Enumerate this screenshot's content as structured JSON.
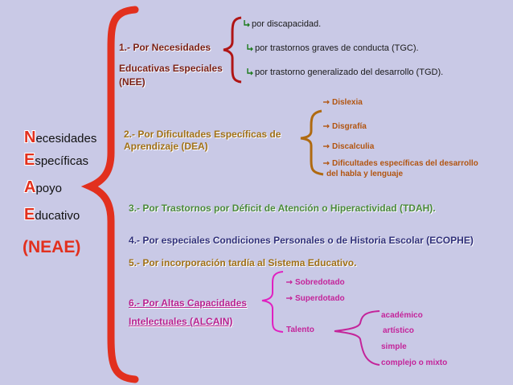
{
  "acronym": [
    {
      "letter": "N",
      "rest": "ecesidades"
    },
    {
      "letter": "E",
      "rest": "specíficas"
    },
    {
      "letter": "A",
      "rest": "poyo"
    },
    {
      "letter": "E",
      "rest": "ducativo"
    }
  ],
  "acronym_full": "(NEAE)",
  "branch1": {
    "title_line1": "1.- Por Necesidades",
    "title_line2": "Educativas Especiales",
    "title_line3": "(NEE)",
    "items": [
      "por  discapacidad.",
      "por trastornos graves de conducta (TGC).",
      "por trastorno generalizado del desarrollo (TGD)."
    ]
  },
  "branch2": {
    "title_line1": "2.- Por Dificultades Específicas de",
    "title_line2": "Aprendizaje (DEA)",
    "items": [
      "Dislexia",
      "Disgrafía",
      "Discalculia",
      "Dificultades específicas del desarrollo",
      "del habla y lenguaje"
    ]
  },
  "branch3": {
    "title": "3.- Por Trastornos por Déficit de Atención o Hiperactividad (TDAH)."
  },
  "branch4": {
    "title": "4.-  Por especiales Condiciones Personales o de Historia Escolar (ECOPHE)"
  },
  "branch5": {
    "title": "5.-  Por incorporación tardía al Sistema Educativo."
  },
  "branch6": {
    "title_line1": "6.-  Por Altas Capacidades",
    "title_line2": "Intelectuales (ALCAIN)",
    "items": [
      "Sobredotado",
      "Superdotado",
      "Talento"
    ],
    "talento_items": [
      "académico",
      "artístico",
      "simple",
      "complejo o mixto"
    ]
  },
  "colors": {
    "background": "#c9c9e6",
    "big_brace": "#e2301e",
    "acronym_letters": "#e2301e",
    "branch1": "#7a1f14",
    "branch2": "#a07016",
    "branch3": "#4a8a3a",
    "branch4": "#30307a",
    "branch6": "#b82290",
    "dea_items": "#b25510",
    "alcain_items": "#c4249a",
    "nee_brace": "#b01515",
    "dea_brace": "#b06a10",
    "alcain_brace": "#e020c0"
  }
}
